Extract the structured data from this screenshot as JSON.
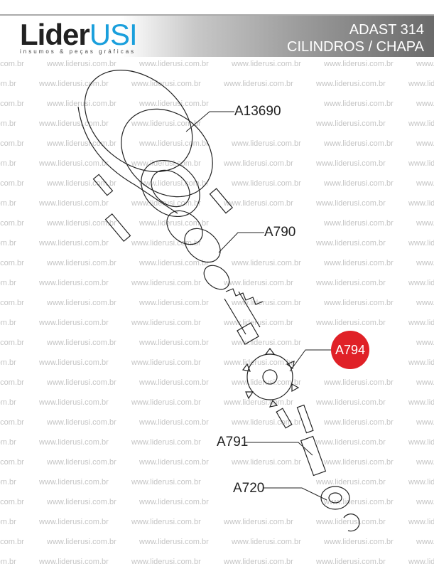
{
  "header": {
    "brand_main": "Lider",
    "brand_accent": "USI",
    "brand_tagline": "insumos & peças gráficas",
    "title_line1": "ADAST 314",
    "title_line2": "CILINDROS / CHAPA"
  },
  "watermark": "www.liderusi.com.br",
  "parts": [
    {
      "code": "A13690"
    },
    {
      "code": "A790"
    },
    {
      "code": "A794",
      "highlighted": true
    },
    {
      "code": "A791"
    },
    {
      "code": "A720"
    }
  ],
  "colors": {
    "accent": "#1a9fdc",
    "highlight": "#e02127"
  }
}
